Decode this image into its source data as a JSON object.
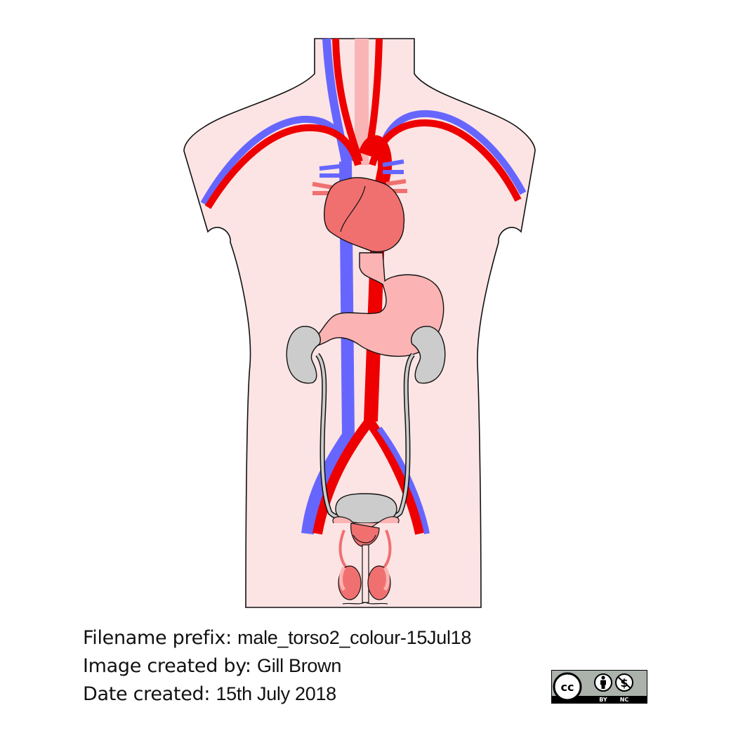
{
  "meta": {
    "filename_label": "Filename prefix:",
    "filename_value": "male_torso2_colour-15Jul18",
    "creator_label": "Image created by:",
    "creator_value": "Gill Brown",
    "date_label": "Date created:",
    "date_value": "15th July 2018"
  },
  "license": {
    "cc": "cc",
    "by": "BY",
    "nc": "NC"
  },
  "colors": {
    "skin": "#fce4e4",
    "artery": "#ee0000",
    "vein": "#6666ff",
    "organ": "#f07070",
    "stomach": "#fbb3b3",
    "kidney": "#cccccc",
    "outline": "#111111"
  }
}
